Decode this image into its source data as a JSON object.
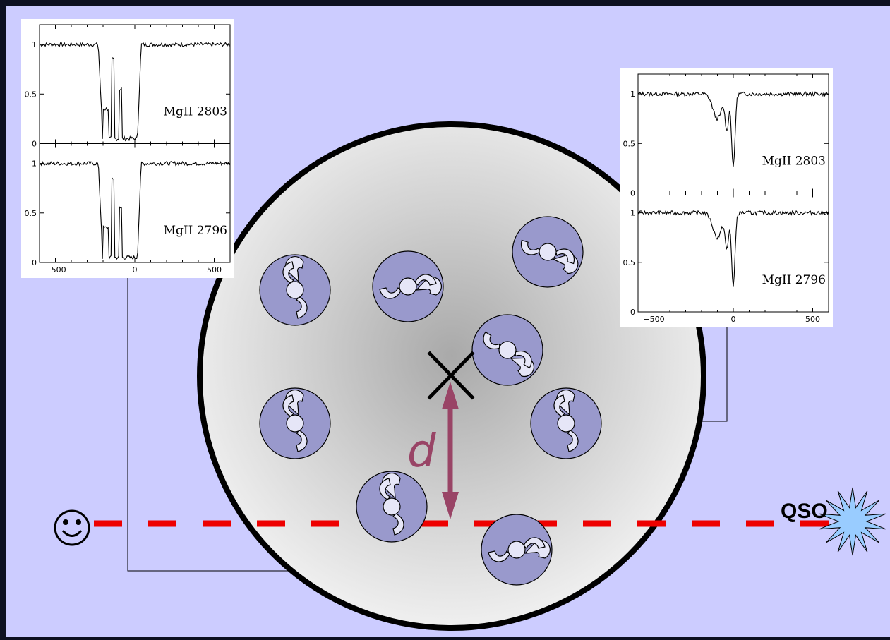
{
  "diagram": {
    "distance_label": "d",
    "target_label": "QSO",
    "observer_icon": "smiley-face-icon",
    "target_icon": "star-burst-icon",
    "galaxy_icon": "spiral-galaxy-icon",
    "center_marker_icon": "x-mark-icon",
    "colors": {
      "background": "#ccccff",
      "halo_edge": "#000000",
      "galaxy_fill": "#9999cc",
      "sightline": "#ee0000",
      "distance_arrow": "#994466",
      "qso_fill": "#99ccff"
    }
  },
  "spectra": {
    "left": {
      "panels": [
        {
          "label": "MgII  2803",
          "y_ticks": [
            "1",
            "0.5",
            "0"
          ]
        },
        {
          "label": "MgII  2796",
          "y_ticks": [
            "1",
            "0.5",
            "0"
          ]
        }
      ],
      "x_ticks": [
        "−500",
        "0",
        "500"
      ]
    },
    "right": {
      "panels": [
        {
          "label": "MgII  2803",
          "y_ticks": [
            "1",
            "0.5",
            "0"
          ]
        },
        {
          "label": "MgII  2796",
          "y_ticks": [
            "1",
            "0.5",
            "0"
          ]
        }
      ],
      "x_ticks": [
        "−500",
        "0",
        "500"
      ]
    }
  }
}
